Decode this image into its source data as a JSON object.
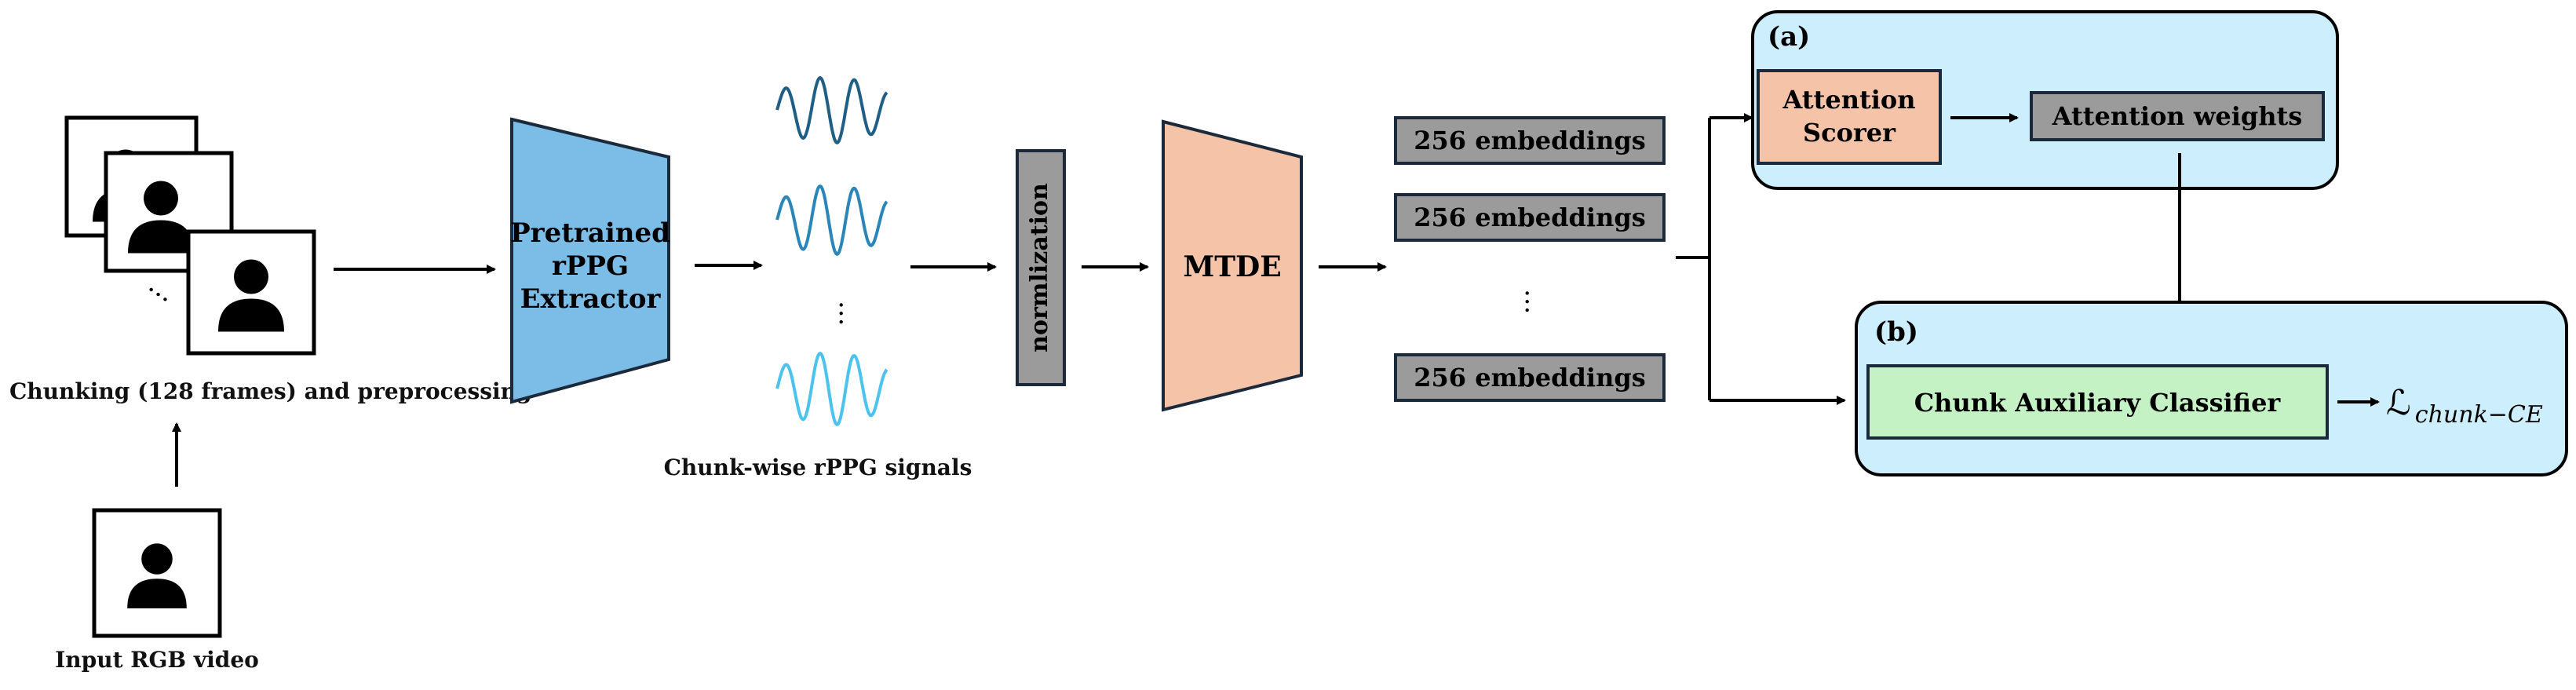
{
  "input": {
    "caption": "Input RGB video"
  },
  "chunking": {
    "caption": "Chunking (128 frames) and preprocessing",
    "ellipsis": "..."
  },
  "extractor": {
    "line1": "Pretrained",
    "line2": "rPPG",
    "line3": "Extractor"
  },
  "signals": {
    "caption": "Chunk-wise rPPG signals",
    "ellipsis": "..."
  },
  "normalization": {
    "label": "normlization"
  },
  "mtde": {
    "label": "MTDE"
  },
  "embeddings": {
    "items": [
      "256 embeddings",
      "256 embeddings",
      "256 embeddings"
    ],
    "ellipsis": "..."
  },
  "panel_a": {
    "tag": "(a)",
    "scorer_line1": "Attention",
    "scorer_line2": "Scorer",
    "weights": "Attention weights"
  },
  "panel_b": {
    "tag": "(b)",
    "classifier": "Chunk Auxiliary Classifier",
    "loss_symbol": "ℒ",
    "loss_subscript": "chunk−CE"
  },
  "colors": {
    "extractor_fill": "#7cbde8",
    "mtde_fill": "#f5c4a8",
    "gray_box": "#9b9b9b",
    "panel_fill": "#cdeefc",
    "classifier_fill": "#c5f2c5",
    "wave_dark": "#1f5f86",
    "wave_mid": "#2a86b8",
    "wave_light": "#4cc3ee"
  }
}
